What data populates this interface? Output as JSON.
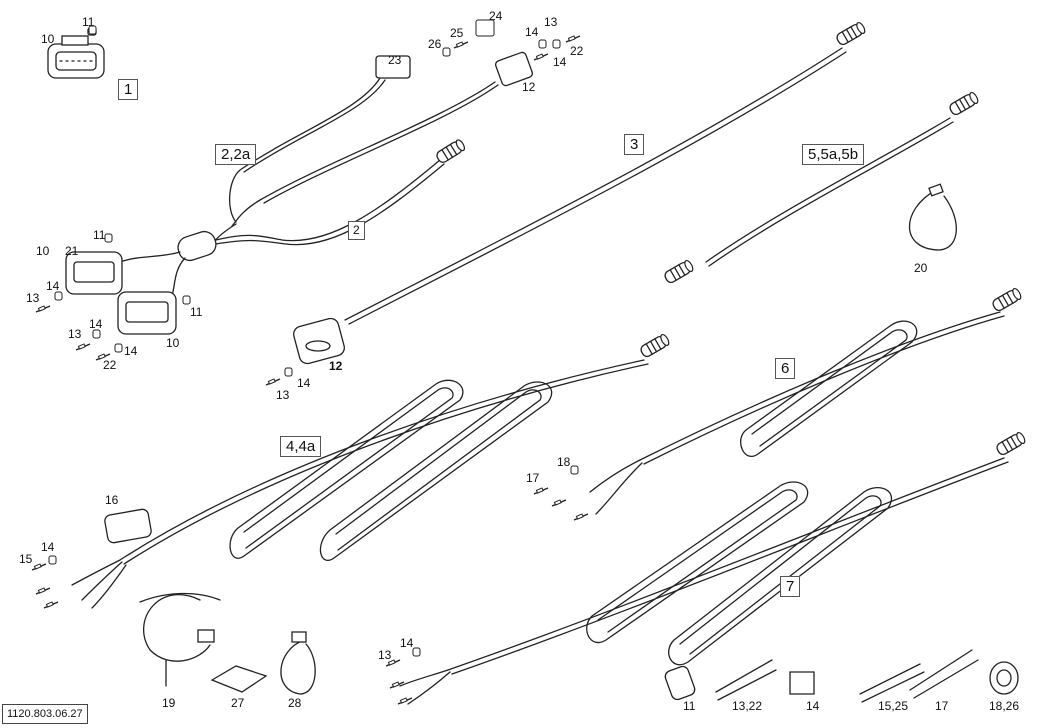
{
  "reference": "1120.803.06.27",
  "callouts": [
    "1",
    "2,2a",
    "2",
    "3",
    "5,5a,5b",
    "6",
    "4,4a",
    "7"
  ],
  "labels": [
    "10",
    "11",
    "11",
    "10",
    "11",
    "10",
    "12",
    "12",
    "13",
    "14",
    "13",
    "14",
    "13",
    "14",
    "13",
    "14",
    "13",
    "14",
    "14",
    "22",
    "22",
    "14",
    "14",
    "15",
    "16",
    "17",
    "18",
    "19",
    "20",
    "21",
    "23",
    "24",
    "25",
    "26",
    "27",
    "28",
    "11",
    "13,22",
    "14",
    "15,25",
    "17",
    "18,26"
  ]
}
